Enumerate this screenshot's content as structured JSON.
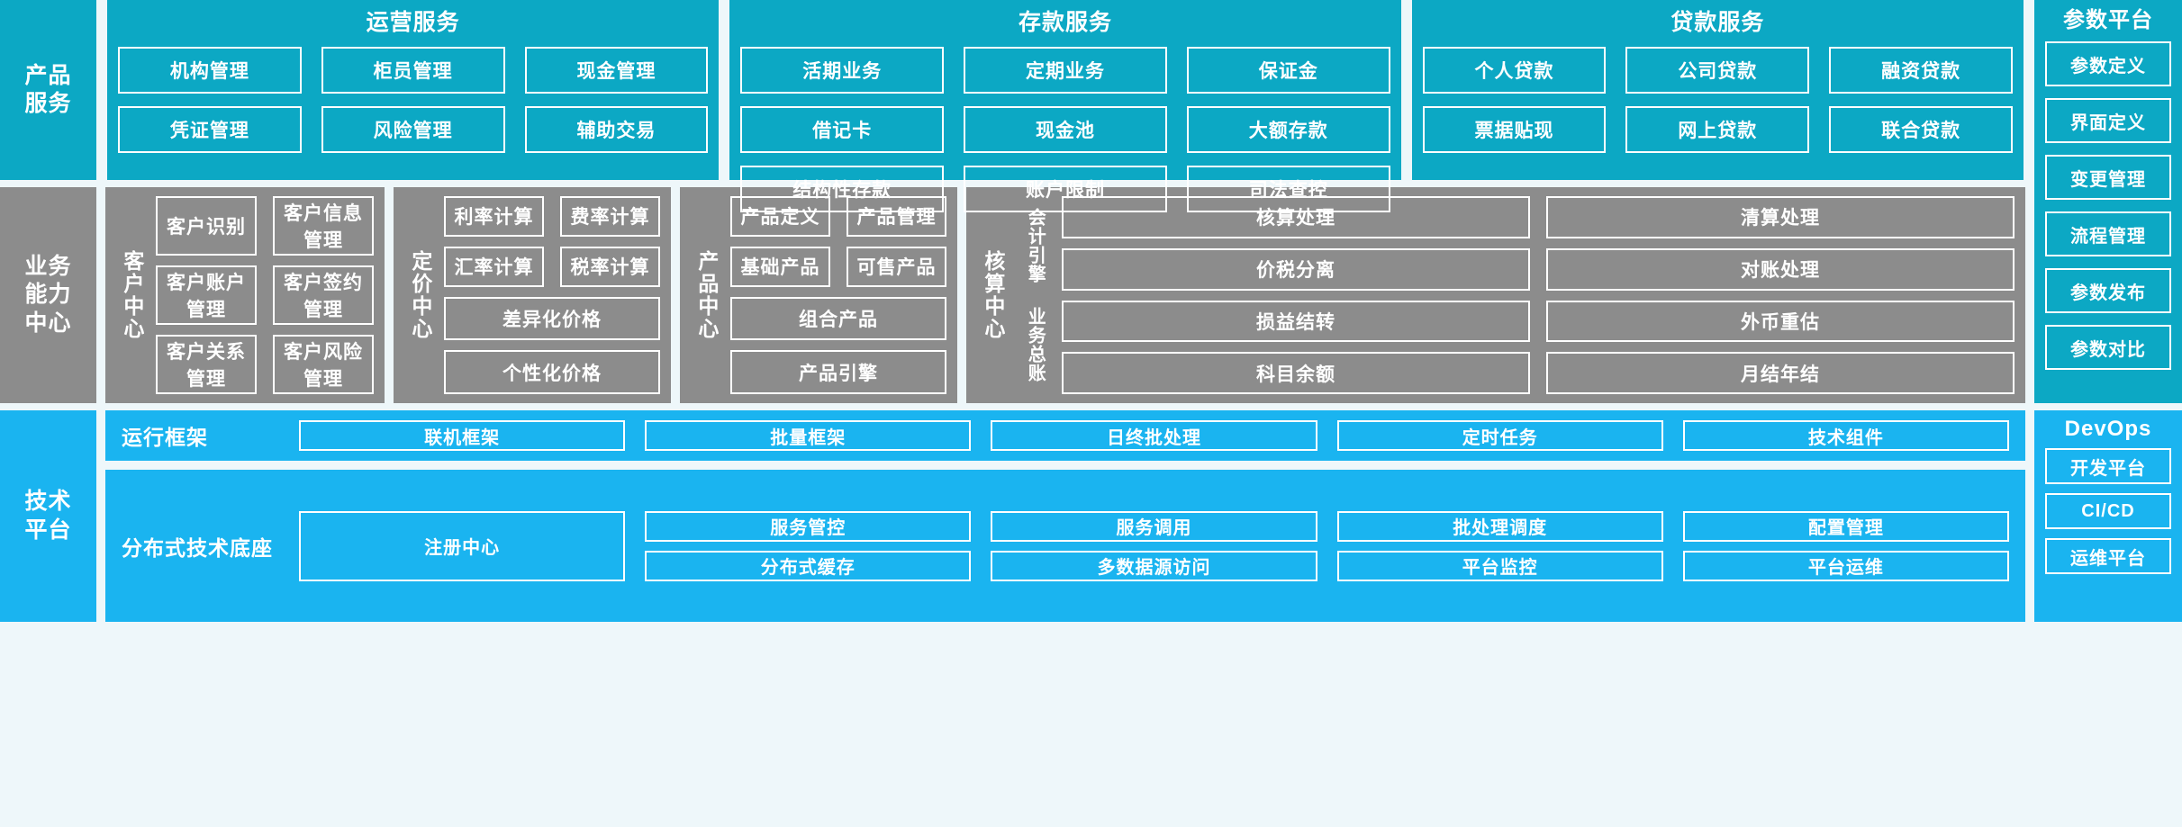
{
  "layers": {
    "product_services": {
      "rail_label": "产品\n服务",
      "groups": [
        {
          "title": "运营服务",
          "items": [
            "机构管理",
            "柜员管理",
            "现金管理",
            "凭证管理",
            "风险管理",
            "辅助交易"
          ]
        },
        {
          "title": "存款服务",
          "items": [
            "活期业务",
            "定期业务",
            "保证金",
            "借记卡",
            "现金池",
            "大额存款",
            "结构性存款",
            "账户限制",
            "司法查控"
          ]
        },
        {
          "title": "贷款服务",
          "items": [
            "个人贷款",
            "公司贷款",
            "融资贷款",
            "票据贴现",
            "网上贷款",
            "联合贷款"
          ]
        }
      ],
      "param_platform": {
        "title": "参数平台",
        "items": [
          "参数定义",
          "界面定义",
          "变更管理",
          "流程管理",
          "参数发布",
          "参数对比"
        ]
      }
    },
    "business_capability": {
      "rail_label": "业务\n能力\n中心",
      "centers": [
        {
          "label": "客户中心",
          "pairs": [
            [
              "客户识别",
              "客户信息管理"
            ],
            [
              "客户账户管理",
              "客户签约管理"
            ],
            [
              "客户关系管理",
              "客户风险管理"
            ]
          ],
          "full": []
        },
        {
          "label": "定价中心",
          "pairs": [
            [
              "利率计算",
              "费率计算"
            ],
            [
              "汇率计算",
              "税率计算"
            ]
          ],
          "full": [
            "差异化价格",
            "个性化价格"
          ]
        },
        {
          "label": "产品中心",
          "pairs": [
            [
              "产品定义",
              "产品管理"
            ],
            [
              "基础产品",
              "可售产品"
            ]
          ],
          "full": [
            "组合产品",
            "产品引擎"
          ]
        },
        {
          "label": "核算中心",
          "sub_labels": [
            "会计引擎",
            "业务总账"
          ],
          "pairs": [
            [
              "核算处理",
              "清算处理"
            ],
            [
              "价税分离",
              "对账处理"
            ],
            [
              "损益结转",
              "外币重估"
            ],
            [
              "科目余额",
              "月结年结"
            ]
          ],
          "full": []
        }
      ]
    },
    "tech_platform": {
      "rail_label": "技术\n平台",
      "strips": [
        {
          "label": "运行框架",
          "items": [
            "联机框架",
            "批量框架",
            "日终批处理",
            "定时任务",
            "技术组件"
          ]
        },
        {
          "label": "分布式技术底座",
          "anchor": "注册中心",
          "items_row1": [
            "服务管控",
            "服务调用",
            "批处理调度",
            "配置管理"
          ],
          "items_row2": [
            "分布式缓存",
            "多数据源访问",
            "平台监控",
            "平台运维"
          ]
        }
      ],
      "devops": {
        "title": "DevOps",
        "items": [
          "开发平台",
          "CI/CD",
          "运维平台"
        ]
      }
    }
  },
  "colors": {
    "teal": "#0CA8C4",
    "gray": "#8C8C8C",
    "blue": "#1AB4F0",
    "background": "#eef7fa",
    "border": "#ffffff"
  }
}
